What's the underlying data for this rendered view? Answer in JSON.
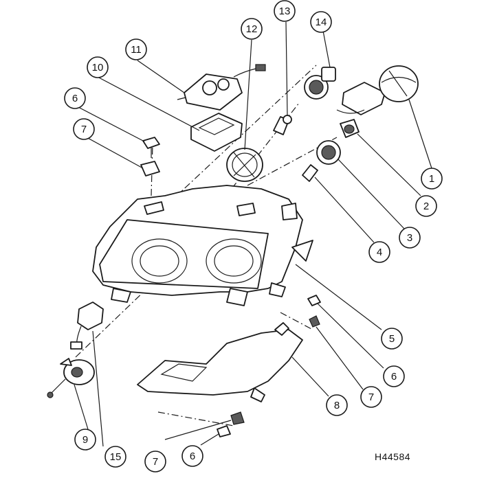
{
  "figure": {
    "reference": "H44584",
    "callouts": [
      "1",
      "2",
      "3",
      "4",
      "5",
      "6",
      "7",
      "8",
      "9",
      "10",
      "11",
      "12",
      "13",
      "14",
      "15",
      "6",
      "7",
      "6",
      "7"
    ]
  }
}
